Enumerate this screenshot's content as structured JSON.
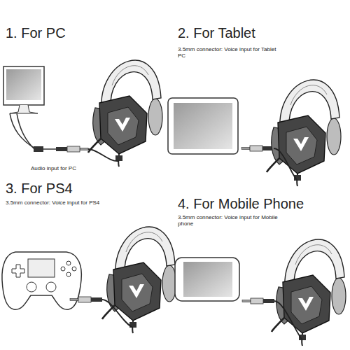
{
  "diagram": {
    "labels": [
      "1. For PC",
      "Audio input for PC",
      "2. For Tablet",
      "3.5mm connector: Voice input for Tablet PC",
      "3. For PS4",
      "3.5mm connector: Voice input for PS4",
      "4. For Mobile Phone",
      "3.5mm connector: Voice input for Mobile phone"
    ]
  }
}
